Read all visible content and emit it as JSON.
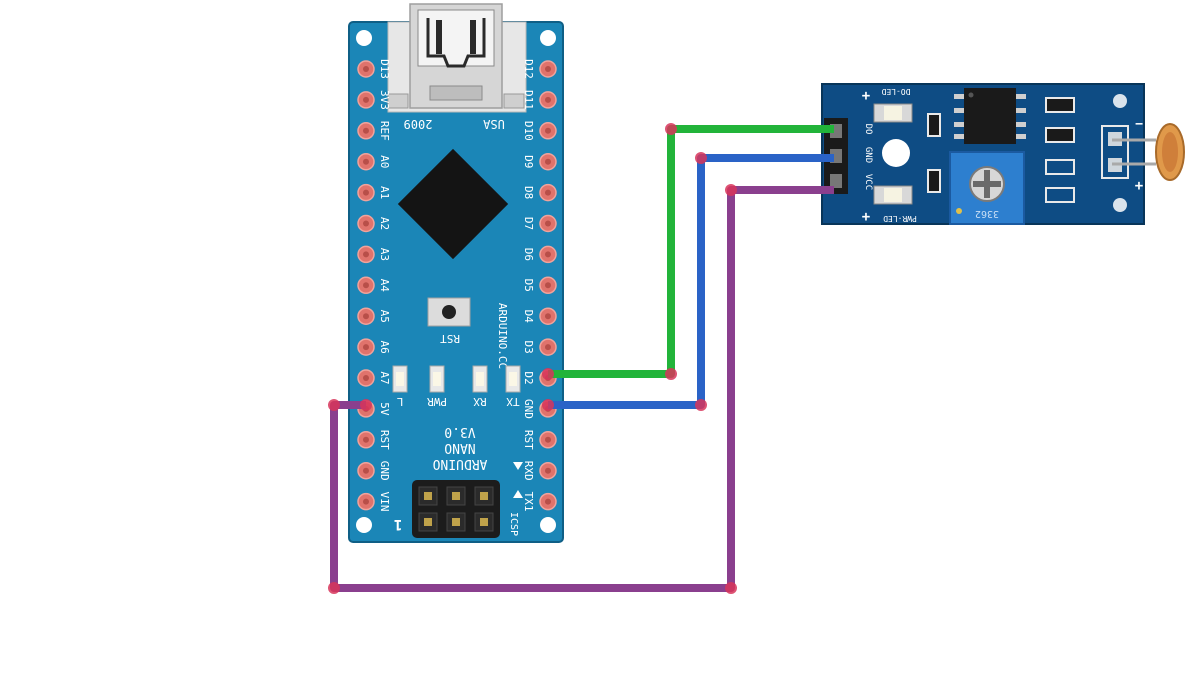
{
  "colors": {
    "board_blue": "#1b86b7",
    "board_edge": "#0f5f86",
    "pad": "#e0736c",
    "silk": "#ffffff",
    "module_blue": "#0e4c84",
    "wire_signal": "#22b43a",
    "wire_ground": "#2a63c7",
    "wire_power": "#8a3f8e",
    "joint": "#d7355b"
  },
  "nano": {
    "usb_left": "2009",
    "usb_right": "USA",
    "rst_label": "RST",
    "brand_vertical": "ARDUINO.CC",
    "left_pins": [
      "D13",
      "3V3",
      "REF",
      "A0",
      "A1",
      "A2",
      "A3",
      "A4",
      "A5",
      "A6",
      "A7",
      "5V",
      "RST",
      "GND",
      "VIN"
    ],
    "right_pins": [
      "D12",
      "D11",
      "D10",
      "D9",
      "D8",
      "D7",
      "D6",
      "D5",
      "D4",
      "D3",
      "D2",
      "GND",
      "RST",
      "RXD",
      "TX1"
    ],
    "led_labels": [
      "L",
      "PWR",
      "RX",
      "TX"
    ],
    "name_lines": [
      "ARDUINO",
      "NANO",
      "V3.0"
    ],
    "icsp_label": "ICSP",
    "pin1_marker": "1"
  },
  "sensor": {
    "do_led": "DO-LED",
    "pwr_led": "PWR-LED",
    "header_labels": [
      "DO",
      "GND",
      "VCC"
    ],
    "pot_code": "3362",
    "plus_top": "+",
    "plus_bottom": "+",
    "ldr_minus": "−",
    "ldr_plus": "+"
  },
  "wires": [
    {
      "from": "D2",
      "to": "DO",
      "color": "wire_signal"
    },
    {
      "from": "GND",
      "to": "GND",
      "color": "wire_ground"
    },
    {
      "from": "5V",
      "to": "VCC",
      "color": "wire_power"
    }
  ]
}
